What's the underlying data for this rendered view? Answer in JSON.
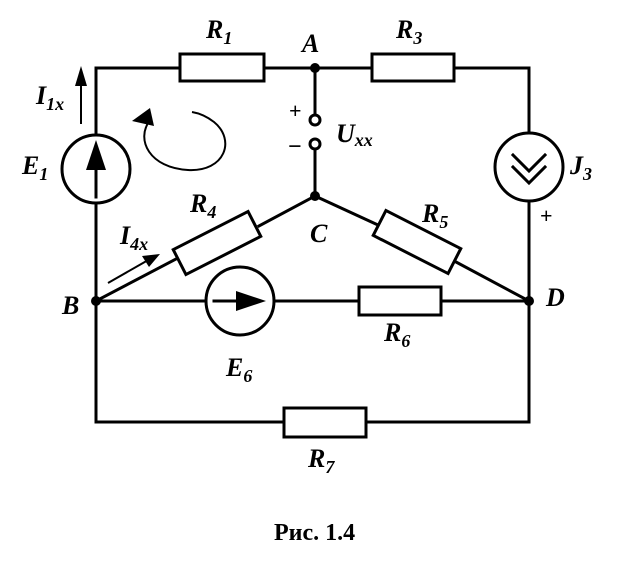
{
  "labels": {
    "R1": {
      "main": "R",
      "sub": "1"
    },
    "R3": {
      "main": "R",
      "sub": "3"
    },
    "R4": {
      "main": "R",
      "sub": "4"
    },
    "R5": {
      "main": "R",
      "sub": "5"
    },
    "R6": {
      "main": "R",
      "sub": "6"
    },
    "R7": {
      "main": "R",
      "sub": "7"
    },
    "E1": {
      "main": "E",
      "sub": "1"
    },
    "E6": {
      "main": "E",
      "sub": "6"
    },
    "J3": {
      "main": "J",
      "sub": "3"
    },
    "I1x": {
      "main": "I",
      "sub": "1x"
    },
    "I4x": {
      "main": "I",
      "sub": "4x"
    },
    "Uxx": {
      "main": "U",
      "sub": "xx"
    }
  },
  "nodes": {
    "A": "A",
    "B": "B",
    "C": "C",
    "D": "D"
  },
  "signs": {
    "plus_u": "+",
    "minus_u": "−",
    "plus_j": "+"
  },
  "caption": "Рис. 1.4"
}
